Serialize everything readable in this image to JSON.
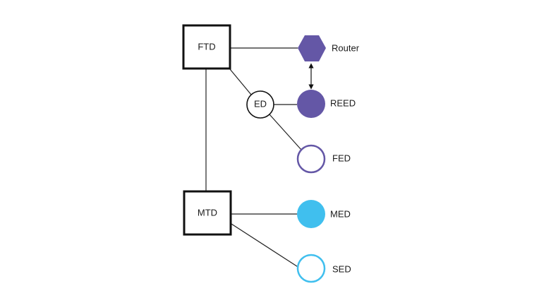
{
  "diagram": {
    "nodes": {
      "ftd": {
        "label": "FTD",
        "shape": "square"
      },
      "mtd": {
        "label": "MTD",
        "shape": "square"
      },
      "ed": {
        "label": "ED",
        "shape": "circle-outline"
      },
      "router": {
        "label": "Router",
        "shape": "hexagon",
        "color": "#6457a6"
      },
      "reed": {
        "label": "REED",
        "shape": "circle-filled",
        "color": "#6457a6"
      },
      "fed": {
        "label": "FED",
        "shape": "circle-outline",
        "color": "#6457a6"
      },
      "med": {
        "label": "MED",
        "shape": "circle-filled",
        "color": "#40bfee"
      },
      "sed": {
        "label": "SED",
        "shape": "circle-outline",
        "color": "#40bfee"
      }
    },
    "edges": [
      {
        "from": "FTD",
        "to": "Router"
      },
      {
        "from": "FTD",
        "to": "ED"
      },
      {
        "from": "FTD",
        "to": "MTD"
      },
      {
        "from": "ED",
        "to": "REED"
      },
      {
        "from": "ED",
        "to": "FED"
      },
      {
        "from": "MTD",
        "to": "MED"
      },
      {
        "from": "MTD",
        "to": "SED"
      },
      {
        "from": "Router",
        "to": "REED",
        "style": "double-arrow"
      }
    ]
  }
}
